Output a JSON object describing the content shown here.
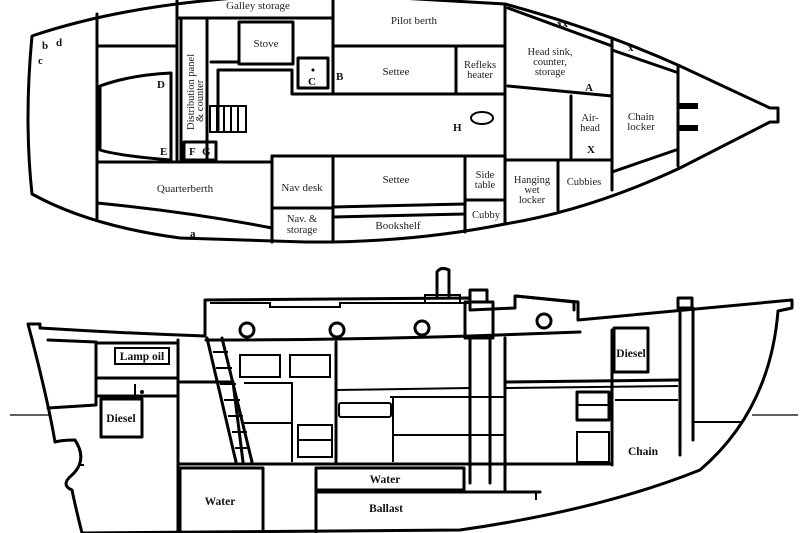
{
  "plan_view": {
    "labels": {
      "galley_storage": "Galley storage",
      "stove": "Stove",
      "pilot_berth": "Pilot berth",
      "head_sink_1": "Head sink,",
      "head_sink_2": "counter,",
      "head_sink_3": "storage",
      "distribution_panel_1": "Distribution panel",
      "distribution_panel_2": "& counter",
      "settee_port": "Settee",
      "refleks_1": "Refleks",
      "refleks_2": "heater",
      "chain_locker_1": "Chain",
      "chain_locker_2": "locker",
      "air_head_1": "Air-",
      "air_head_2": "head",
      "quarterberth": "Quarterberth",
      "nav_desk": "Nav desk",
      "settee_stbd": "Settee",
      "side_table_1": "Side",
      "side_table_2": "table",
      "hanging_1": "Hanging",
      "hanging_2": "wet",
      "hanging_3": "locker",
      "cubbies": "Cubbies",
      "nav_storage_1": "Nav. &",
      "nav_storage_2": "storage",
      "bookshelf": "Bookshelf",
      "cubby": "Cubby"
    },
    "markers": {
      "a": "a",
      "b": "b",
      "c": "c",
      "d": "d",
      "A": "A",
      "B": "B",
      "C": "C",
      "D": "D",
      "E": "E",
      "F": "F",
      "G": "G",
      "H": "H",
      "x1": "x",
      "xx": "xx",
      "X": "X"
    }
  },
  "profile_view": {
    "labels": {
      "lamp_oil": "Lamp oil",
      "diesel_aft": "Diesel",
      "diesel_fwd": "Diesel",
      "water_aft": "Water",
      "water_mid": "Water",
      "ballast": "Ballast",
      "chain": "Chain"
    }
  }
}
